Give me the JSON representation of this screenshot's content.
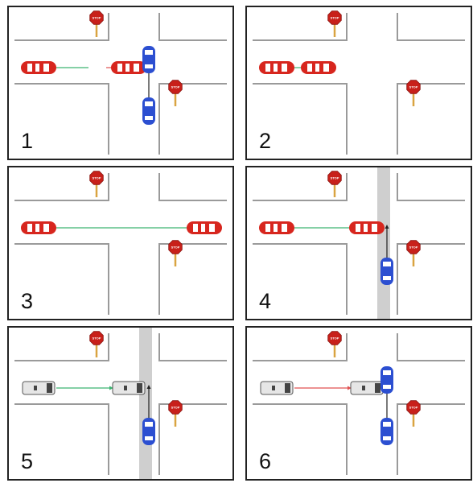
{
  "colors": {
    "frame": "#222222",
    "road_edge": "#9a9a9a",
    "red_car": "#d7261e",
    "blue_car": "#2c4fd1",
    "white_car": "#e6e6e6",
    "window": "#ffffff",
    "green_line": "#3cb371",
    "red_line": "#e05050",
    "black_line": "#222222",
    "shaded_lane": "#cfcfcf",
    "stop_sign": "#c8201a",
    "stop_pole": "#d9a441"
  },
  "stop_sign_label": "STOP",
  "panels": [
    {
      "number": "1",
      "vehicles": [
        {
          "type": "red-car",
          "dir": "h",
          "cell": "left"
        },
        {
          "type": "red-car",
          "dir": "h",
          "cell": "near"
        },
        {
          "type": "blue-car",
          "dir": "v",
          "cell": "top"
        },
        {
          "type": "blue-car",
          "dir": "v",
          "cell": "bottom"
        }
      ],
      "links": [
        {
          "from": "left",
          "to": "mid",
          "color": "green"
        },
        {
          "from": "mid",
          "to": "near",
          "color": "red"
        },
        {
          "from": "top",
          "to": "bottom",
          "color": "black",
          "axis": "v"
        }
      ],
      "shaded_lane": false
    },
    {
      "number": "2",
      "vehicles": [
        {
          "type": "red-car",
          "dir": "h",
          "cell": "left"
        },
        {
          "type": "red-car",
          "dir": "h",
          "cell": "second"
        }
      ],
      "links": [
        {
          "from": "left",
          "to": "second",
          "color": "green"
        }
      ],
      "shaded_lane": false
    },
    {
      "number": "3",
      "vehicles": [
        {
          "type": "red-car",
          "dir": "h",
          "cell": "left"
        },
        {
          "type": "red-car",
          "dir": "h",
          "cell": "far"
        }
      ],
      "links": [
        {
          "from": "left",
          "to": "far",
          "color": "green"
        }
      ],
      "shaded_lane": false
    },
    {
      "number": "4",
      "vehicles": [
        {
          "type": "red-car",
          "dir": "h",
          "cell": "left"
        },
        {
          "type": "red-car",
          "dir": "h",
          "cell": "near"
        },
        {
          "type": "blue-car",
          "dir": "v",
          "cell": "bottom"
        }
      ],
      "links": [
        {
          "from": "left",
          "to": "near",
          "color": "green"
        },
        {
          "from": "bottom",
          "to": "arrow",
          "color": "black",
          "axis": "v",
          "arrow": true
        }
      ],
      "shaded_lane": true
    },
    {
      "number": "5",
      "vehicles": [
        {
          "type": "white-van",
          "dir": "h",
          "cell": "left"
        },
        {
          "type": "white-van",
          "dir": "h",
          "cell": "near"
        },
        {
          "type": "blue-car",
          "dir": "v",
          "cell": "bottom"
        }
      ],
      "links": [
        {
          "from": "left",
          "to": "near",
          "color": "green",
          "arrow": true
        },
        {
          "from": "bottom",
          "to": "arrow",
          "color": "black",
          "axis": "v",
          "arrow": true
        }
      ],
      "shaded_lane": true
    },
    {
      "number": "6",
      "vehicles": [
        {
          "type": "white-van",
          "dir": "h",
          "cell": "left"
        },
        {
          "type": "white-van",
          "dir": "h",
          "cell": "near"
        },
        {
          "type": "blue-car",
          "dir": "v",
          "cell": "top"
        },
        {
          "type": "blue-car",
          "dir": "v",
          "cell": "bottom"
        }
      ],
      "links": [
        {
          "from": "left",
          "to": "near",
          "color": "red",
          "arrow": true
        },
        {
          "from": "top",
          "to": "bottom",
          "color": "black",
          "axis": "v"
        }
      ],
      "shaded_lane": false
    }
  ]
}
